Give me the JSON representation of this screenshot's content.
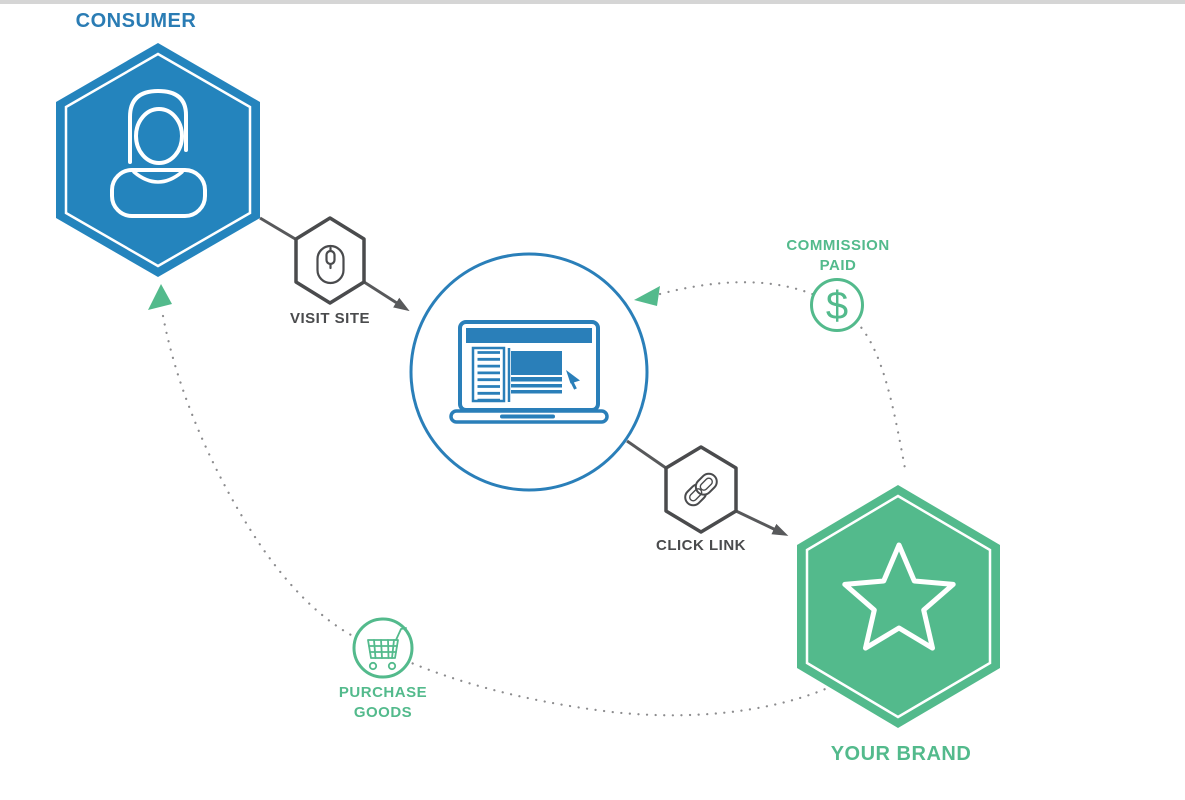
{
  "diagram": {
    "consumer": {
      "label": "CONSUMER",
      "icon": "person-icon"
    },
    "visit_site": {
      "label": "VISIT SITE",
      "icon": "mouse-icon"
    },
    "website": {
      "icon": "laptop-browser-icon"
    },
    "click_link": {
      "label": "CLICK LINK",
      "icon": "link-chain-icon"
    },
    "brand": {
      "label": "YOUR BRAND",
      "icon": "star-icon"
    },
    "commission": {
      "label_line1": "COMMISSION",
      "label_line2": "PAID",
      "icon": "dollar-icon",
      "glyph": "$"
    },
    "purchase": {
      "label_line1": "PURCHASE",
      "label_line2": "GOODS",
      "icon": "shopping-cart-icon"
    }
  },
  "colors": {
    "consumer_blue": "#2484bd",
    "website_blue": "#2a7fb9",
    "brand_green": "#53ba8c",
    "hex_outline_gray": "#4a4b4d",
    "arrow_gray": "#58595b",
    "dotted_line_gray": "#8c8c8e",
    "consumer_text_blue": "#2a7cb4",
    "background": "#ffffff",
    "top_strip": "#d5d5d5"
  }
}
